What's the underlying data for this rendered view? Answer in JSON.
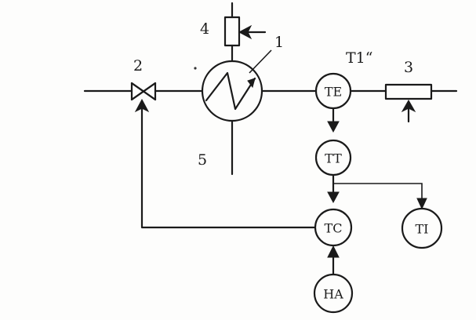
{
  "labels": {
    "n1": "1",
    "n2": "2",
    "n3": "3",
    "n4": "4",
    "n5": "5",
    "t1": "T1“"
  },
  "instruments": {
    "te": "TE",
    "tt": "TT",
    "tc": "TC",
    "ti": "TI",
    "ha": "HA"
  }
}
